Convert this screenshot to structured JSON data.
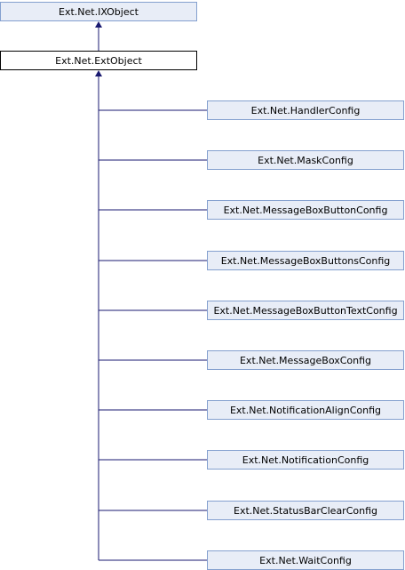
{
  "diagram": {
    "base_class": "Ext.Net.IXObject",
    "current_class": "Ext.Net.ExtObject",
    "derived_classes": [
      "Ext.Net.HandlerConfig",
      "Ext.Net.MaskConfig",
      "Ext.Net.MessageBoxButtonConfig",
      "Ext.Net.MessageBoxButtonsConfig",
      "Ext.Net.MessageBoxButtonTextConfig",
      "Ext.Net.MessageBoxConfig",
      "Ext.Net.NotificationAlignConfig",
      "Ext.Net.NotificationConfig",
      "Ext.Net.StatusBarClearConfig",
      "Ext.Net.WaitConfig"
    ]
  },
  "colors": {
    "edge": "#191970",
    "node_fill": "#e8edf7",
    "node_border": "#84a0cf",
    "current_border": "#000000"
  }
}
